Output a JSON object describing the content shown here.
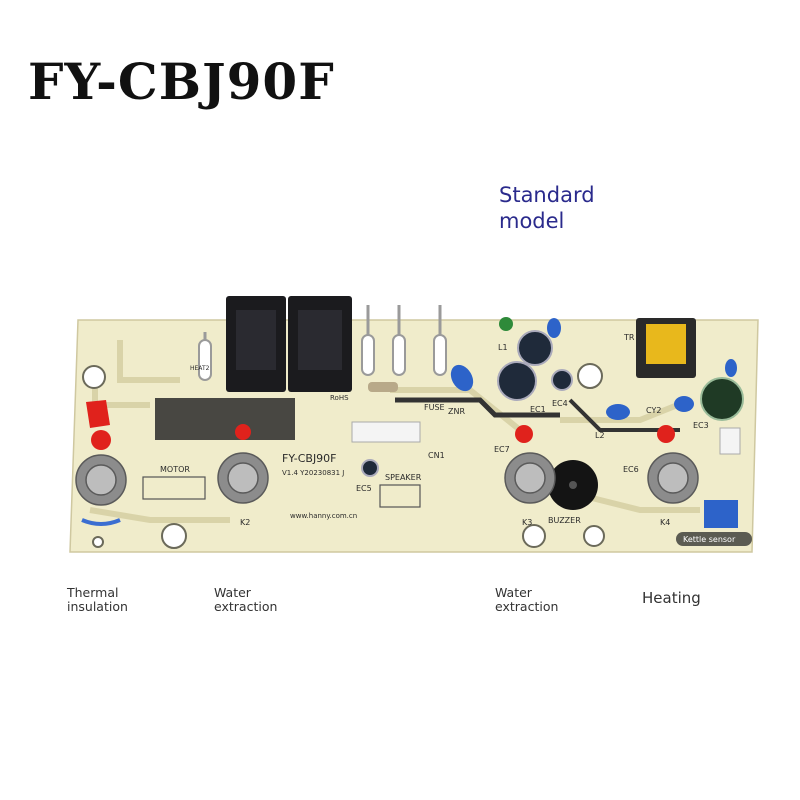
{
  "title": "FY-CBJ90F",
  "model_label": "Standard\nmodel",
  "board": {
    "silkscreen_model": "FY-CBJ90F",
    "version": "V1.4  Y20230831 J",
    "url": "www.hanny.com.cn",
    "labels": {
      "motor": "MOTOR",
      "speaker": "SPEAKER",
      "buzzer": "BUZZER",
      "cn1": "CN1",
      "ec5": "EC5",
      "ec7": "EC7",
      "ec1": "EC1",
      "ec4": "EC4",
      "ec3": "EC3",
      "ec6": "EC6",
      "k2": "K2",
      "k3": "K3",
      "k4": "K4",
      "l1": "L1",
      "l2": "L2",
      "cy2": "CY2",
      "fuse": "FUSE",
      "znr": "ZNR",
      "heat2": "HEAT2",
      "tr": "TR",
      "rohs": "RoHS"
    },
    "kettle_sensor_tag": "Kettle sensor"
  },
  "captions": {
    "thermal": "Thermal\ninsulation",
    "water1": "Water\nextraction",
    "water2": "Water\nextraction",
    "heating": "Heating"
  },
  "colors": {
    "pcb": "#f0eccb",
    "trace": "#d9d3a8",
    "relay": "#1b1b1e",
    "led_red": "#e0221c",
    "connector_blue": "#2d63c9",
    "transformer_yellow": "#e8b81c",
    "title_ink": "#111111",
    "label_ink": "#2a2a8c"
  }
}
